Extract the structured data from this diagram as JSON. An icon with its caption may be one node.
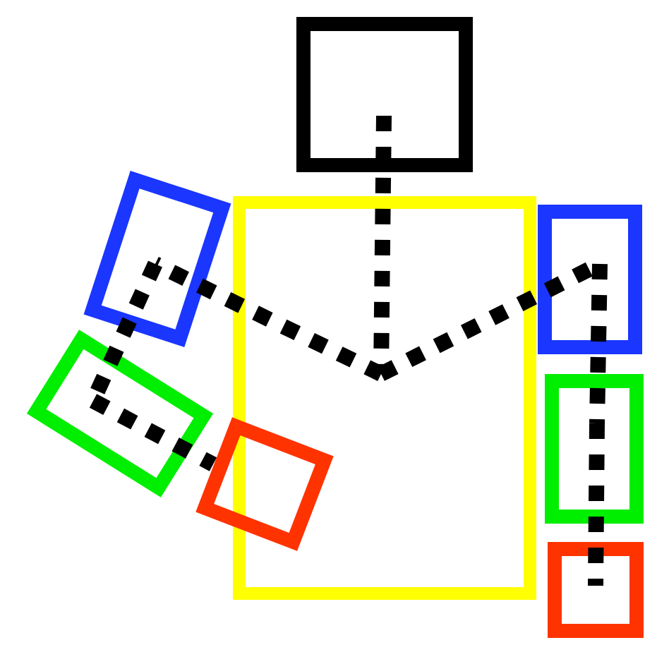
{
  "diagram": {
    "nodes": [
      {
        "text": [],
        "shape": "box"
      },
      {
        "text": [],
        "shape": "box"
      },
      {
        "text": [],
        "shape": "box"
      },
      {
        "text": [],
        "shape": "box"
      },
      {
        "text": [],
        "shape": "box"
      },
      {
        "text": [],
        "shape": "box"
      },
      {
        "text": [],
        "shape": "box"
      },
      {
        "text": [],
        "shape": "box"
      }
    ],
    "edges": [
      {
        "from": 0,
        "to": 1,
        "arrow": "none",
        "style": "dashed"
      },
      {
        "from": 1,
        "to": 2,
        "arrow": "none",
        "style": "dashed"
      },
      {
        "from": 2,
        "to": 3,
        "arrow": "none",
        "style": "dashed"
      },
      {
        "from": 3,
        "to": 4,
        "arrow": "none",
        "style": "dashed"
      },
      {
        "from": 1,
        "to": 5,
        "arrow": "none",
        "style": "dashed"
      },
      {
        "from": 5,
        "to": 6,
        "arrow": "none",
        "style": "dashed"
      },
      {
        "from": 6,
        "to": 7,
        "arrow": "none",
        "style": "dashed"
      }
    ]
  }
}
